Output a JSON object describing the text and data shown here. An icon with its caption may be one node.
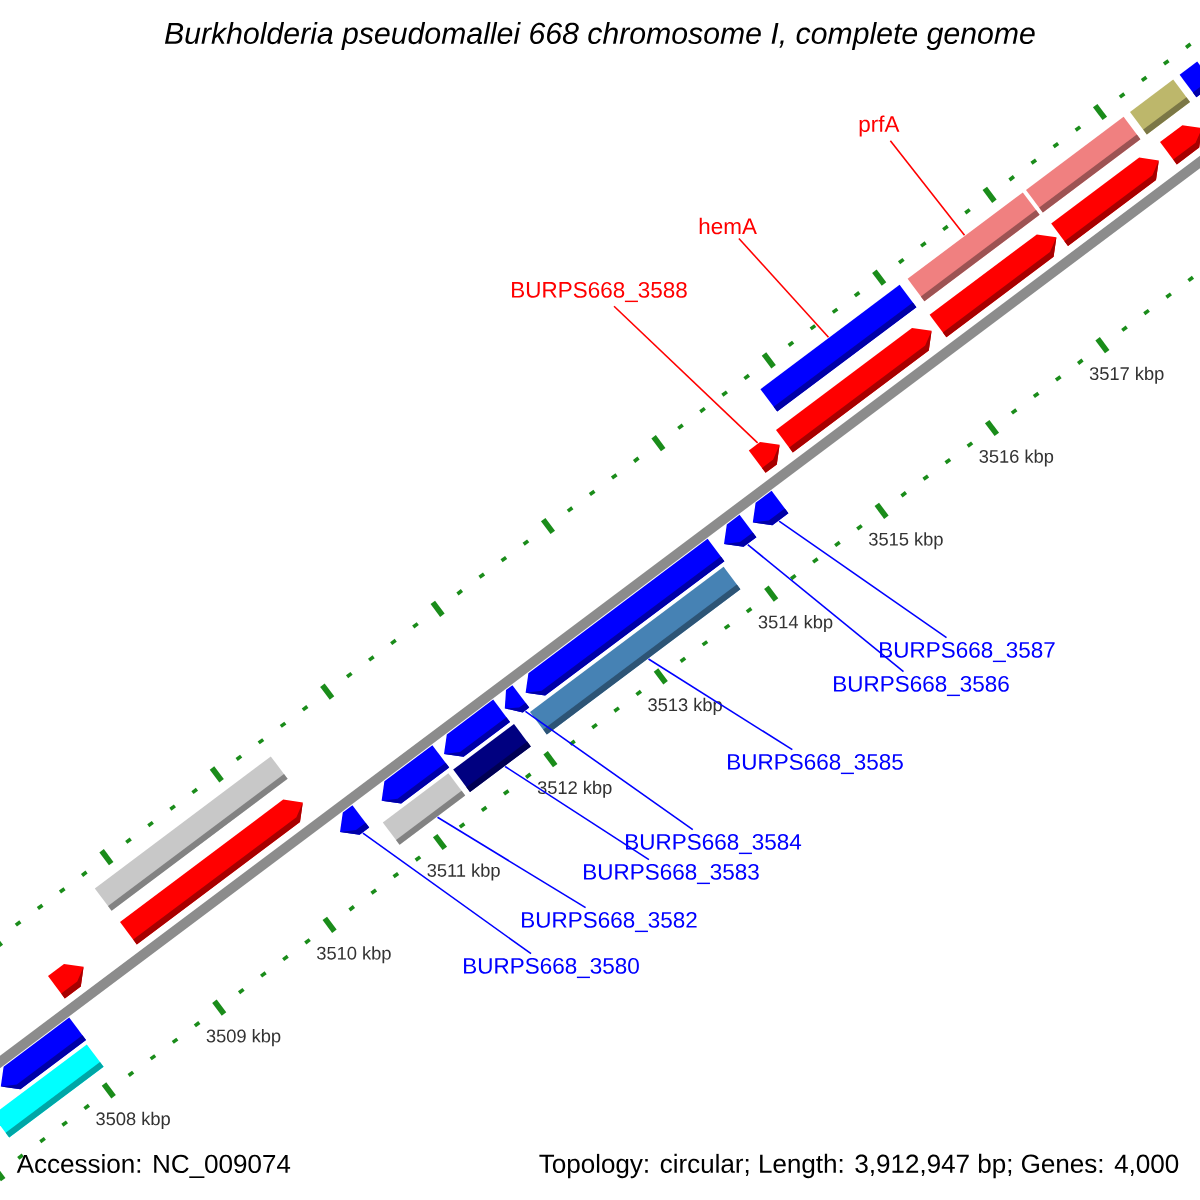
{
  "diagram": {
    "title": "Burkholderia pseudomallei 668 chromosome I, complete genome",
    "nodes": [
      {
        "text": [
          "BURPS668_3588"
        ]
      },
      {
        "text": [
          "hemA"
        ]
      },
      {
        "text": [
          "prfA"
        ]
      },
      {
        "text": [
          "BURPS668_3587"
        ]
      },
      {
        "text": [
          "BURPS668_3586"
        ]
      },
      {
        "text": [
          "BURPS668_3585"
        ]
      },
      {
        "text": [
          "BURPS668_3584"
        ]
      },
      {
        "text": [
          "BURPS668_3583"
        ]
      },
      {
        "text": [
          "BURPS668_3582"
        ]
      },
      {
        "text": [
          "BURPS668_3580"
        ]
      },
      {
        "text": [],
        "shape": "bar"
      },
      {
        "text": [],
        "shape": "arrow"
      },
      {
        "text": [],
        "shape": "arrow"
      },
      {
        "text": [],
        "shape": "bar"
      },
      {
        "text": [],
        "shape": "arrow"
      },
      {
        "text": [],
        "shape": "arrow"
      },
      {
        "text": [],
        "shape": "bar"
      },
      {
        "text": [],
        "shape": "arrow"
      },
      {
        "text": [],
        "shape": "bar"
      },
      {
        "text": [],
        "shape": "arrow"
      },
      {
        "text": [],
        "shape": "arrow"
      },
      {
        "text": [],
        "shape": "bar"
      },
      {
        "text": [],
        "shape": "arrow"
      },
      {
        "text": [],
        "shape": "arrow"
      },
      {
        "text": [],
        "shape": "arrow"
      },
      {
        "text": [],
        "shape": "arrow"
      },
      {
        "text": [],
        "shape": "arrow"
      },
      {
        "text": [],
        "shape": "bar"
      },
      {
        "text": [],
        "shape": "arrow"
      },
      {
        "text": [],
        "shape": "bar"
      },
      {
        "text": [],
        "shape": "arrow"
      },
      {
        "text": [],
        "shape": "bar"
      },
      {
        "text": [],
        "shape": "bar"
      },
      {
        "text": [],
        "shape": "arrow"
      },
      {
        "text": [],
        "shape": "bar"
      }
    ],
    "edges": [
      {
        "from": 0,
        "to": 25,
        "arrow": "none",
        "color": "#ff0000"
      },
      {
        "from": 1,
        "to": 27,
        "arrow": "none",
        "color": "#ff0000"
      },
      {
        "from": 2,
        "to": 29,
        "arrow": "none",
        "color": "#ff0000"
      },
      {
        "from": 3,
        "to": 24,
        "arrow": "none"
      },
      {
        "from": 4,
        "to": 23,
        "arrow": "none"
      },
      {
        "from": 5,
        "to": 21,
        "arrow": "none"
      },
      {
        "from": 6,
        "to": 20,
        "arrow": "none"
      },
      {
        "from": 7,
        "to": 18,
        "arrow": "none"
      },
      {
        "from": 8,
        "to": 16,
        "arrow": "none"
      },
      {
        "from": 9,
        "to": 15,
        "arrow": "none"
      }
    ],
    "labels": [
      "3508 kbp",
      "3509 kbp",
      "3510 kbp",
      "3511 kbp",
      "3512 kbp",
      "3513 kbp",
      "3514 kbp",
      "3515 kbp",
      "3516 kbp",
      "3517 kbp",
      "Accession: NC_009074",
      "Topology: circular; Length: 3,912,947 bp; Genes: 4,000"
    ]
  }
}
